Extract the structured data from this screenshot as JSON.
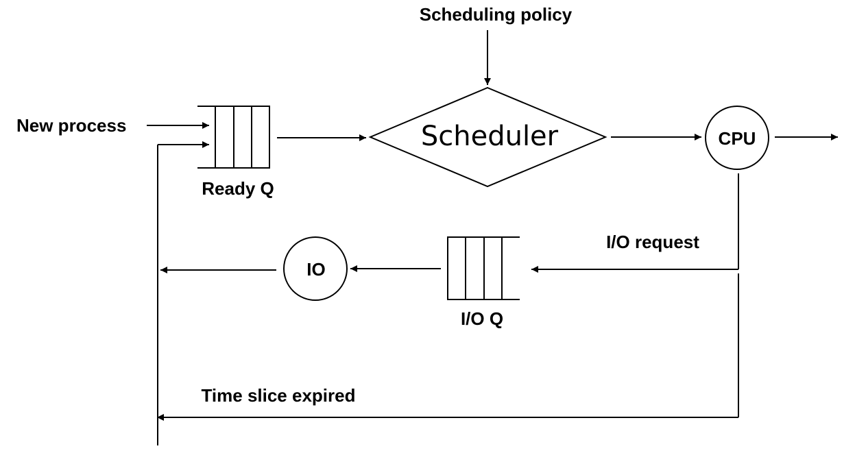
{
  "labels": {
    "scheduling_policy": "Scheduling policy",
    "new_process": "New process",
    "scheduler": "Scheduler",
    "cpu": "CPU",
    "ready_q": "Ready Q",
    "io_request": "I/O request",
    "io": "IO",
    "io_q": "I/O Q",
    "time_slice_expired": "Time slice expired"
  }
}
